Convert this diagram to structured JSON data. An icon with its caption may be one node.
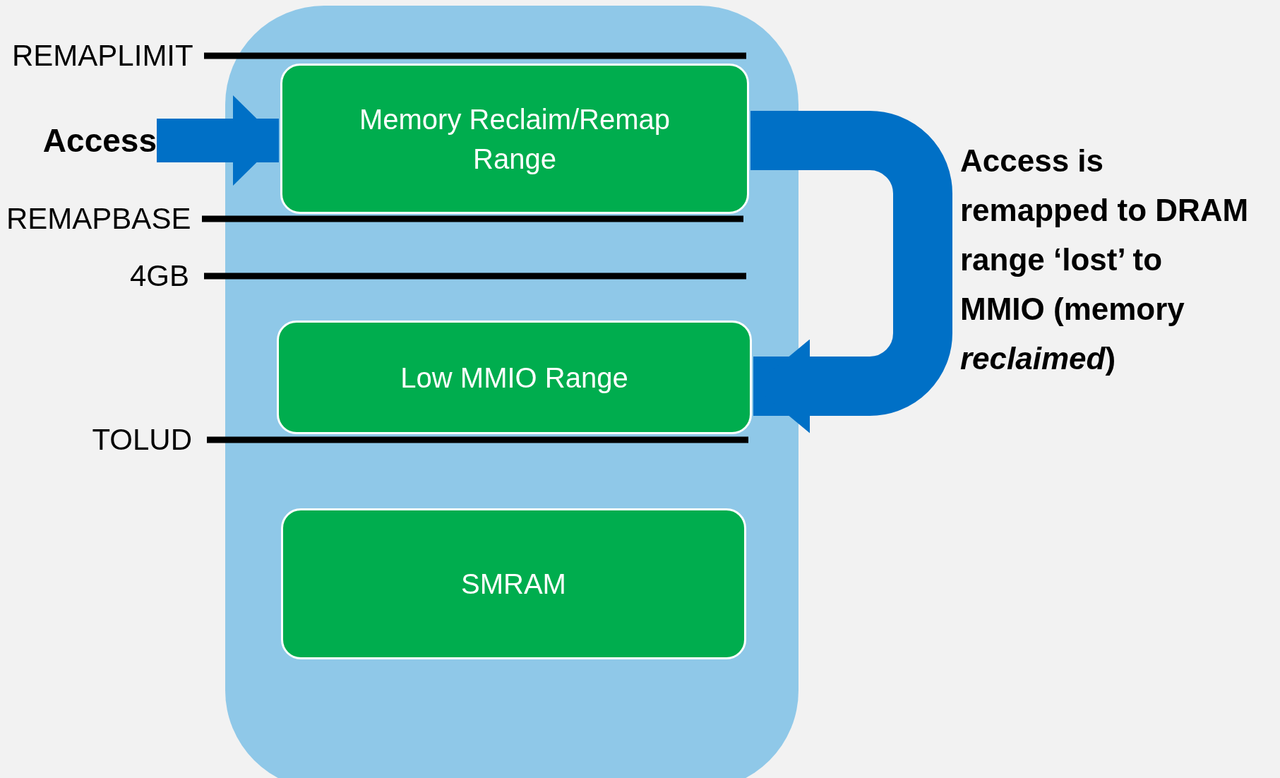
{
  "diagram": {
    "nodes": [
      {
        "text": [],
        "shape": "box"
      },
      {
        "text": [
          "Memory Reclaim/Remap Range"
        ],
        "in": 0
      },
      {
        "text": [
          "Access"
        ]
      },
      {
        "text": [
          "Low MMIO Range"
        ],
        "in": 0
      },
      {
        "text": [
          "SMRAM"
        ],
        "in": 0
      }
    ],
    "edges": [
      {
        "from": 2,
        "to": 1,
        "arrow": "to"
      },
      {
        "from": 1,
        "to": 3,
        "arrow": "to",
        "label": "Access is remapped to DRAM range ‘lost’ to MMIO (memory *reclaimed*)"
      }
    ],
    "labels": [
      "REMAPLIMIT",
      "REMAPBASE",
      "4GB",
      "TOLUD"
    ]
  }
}
